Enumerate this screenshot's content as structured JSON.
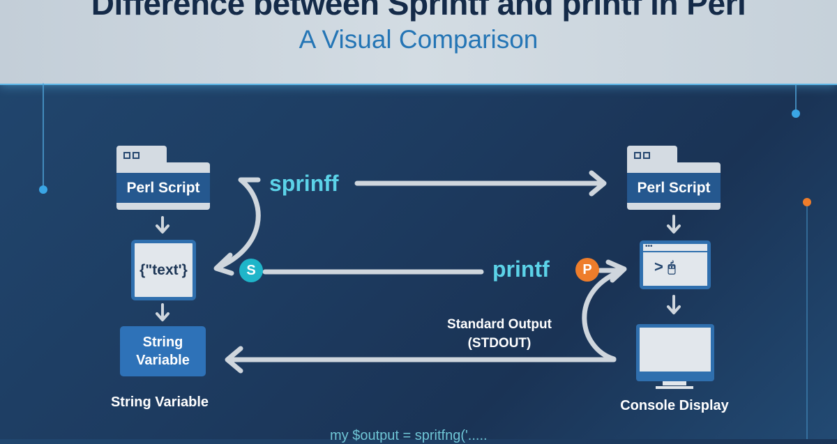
{
  "header": {
    "title": "Difference between Sprintf and printf in Perl",
    "subtitle": "A Visual Comparison"
  },
  "left": {
    "script_label": "Perl Script",
    "format_box": "{\"text'}",
    "string_box": "String Variable",
    "string_caption": "String Variable"
  },
  "right": {
    "script_label": "Perl Script",
    "prompt": ">",
    "console_caption": "Console Display"
  },
  "flows": {
    "sprintf_label": "sprinff",
    "printf_label": "printf",
    "s_badge": "S",
    "p_badge": "P",
    "stdout_line1": "Standard Output",
    "stdout_line2": "(STDOUT)"
  },
  "code_snippet": "my $output = spritfng('.....",
  "colors": {
    "accent_cyan": "#5cd3e8",
    "badge_teal": "#1fb5c9",
    "badge_orange": "#ee7d2b",
    "box_blue": "#2e72b8"
  }
}
